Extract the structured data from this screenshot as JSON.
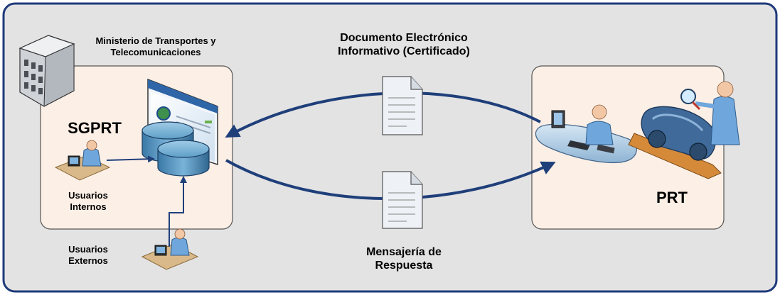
{
  "ministry": {
    "label_line1": "Ministerio de Transportes y",
    "label_line2": "Telecomunicaciones"
  },
  "sgprt": {
    "label": "SGPRT"
  },
  "internal_users": {
    "line1": "Usuarios",
    "line2": "Internos"
  },
  "external_users": {
    "line1": "Usuarios",
    "line2": "Externos"
  },
  "doc_out": {
    "line1": "Documento Electrónico",
    "line2": "Informativo (Certificado)"
  },
  "doc_back": {
    "line1": "Mensajería de",
    "line2": "Respuesta"
  },
  "prt": {
    "label": "PRT"
  },
  "colors": {
    "frame_stroke": "#1f3a7a",
    "frame_fill": "#e3e3e3",
    "panel_fill": "#fcefe6",
    "arrow": "#1f3f7a",
    "db_fill": "#4c92bd",
    "person_blue": "#6fa7dc"
  }
}
